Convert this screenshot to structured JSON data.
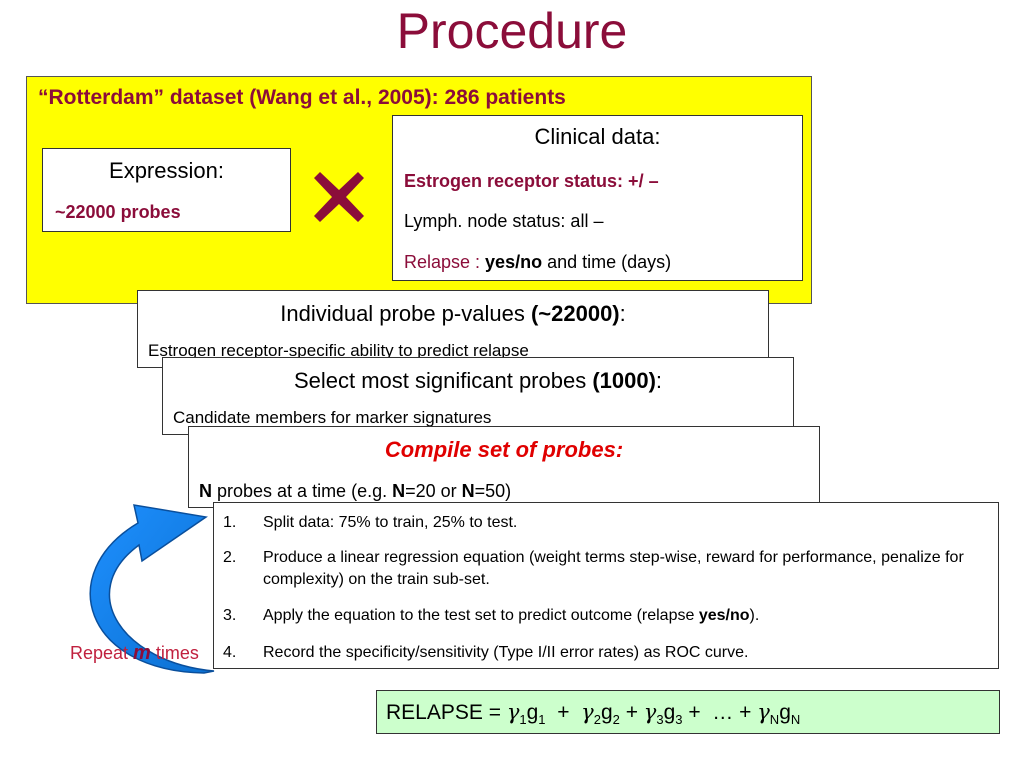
{
  "title": "Procedure",
  "dataset": {
    "title": "“Rotterdam” dataset (Wang et al., 2005): 286 patients",
    "expression": {
      "title": "Expression:",
      "probes": "~22000 probes"
    },
    "clinical": {
      "title": "Clinical data:",
      "er_status": "Estrogen receptor status: +/ –",
      "lymph_status": "Lymph. node status: all –",
      "relapse_label": "Relapse : ",
      "relapse_yes_no": "yes/no",
      "relapse_rest": " and time (days)"
    }
  },
  "stages": [
    {
      "heading_pre": "Individual probe p-values ",
      "heading_bold": "(~22000)",
      "heading_post": ":",
      "sub": "Estrogen receptor-specific ability to predict relapse"
    },
    {
      "heading_pre": "Select most significant probes ",
      "heading_bold": "(1000)",
      "heading_post": ":",
      "sub": "Candidate members for marker signatures"
    },
    {
      "heading": "Compile set of probes:",
      "sub_n1": "N",
      "sub_a": " probes at a time (e.g. ",
      "sub_n2": "N",
      "sub_b": "=20 or ",
      "sub_n3": "N",
      "sub_c": "=50)"
    }
  ],
  "steps": [
    {
      "num": "1.",
      "text": "Split data: 75% to train, 25% to test."
    },
    {
      "num": "2.",
      "text": "Produce a linear regression equation (weight terms step-wise, reward for performance, penalize for complexity) on the train sub-set."
    },
    {
      "num": "3.",
      "text_pre": "Apply the equation to the test set to predict outcome (relapse ",
      "text_bold": "yes/no",
      "text_post": ")."
    },
    {
      "num": "4.",
      "text": "Record the specificity/sensitivity (Type I/II error rates) as ROC curve."
    }
  ],
  "repeat": {
    "pre": "Repeat ",
    "m": "m",
    "post": " times"
  },
  "formula": {
    "lhs": "RELAPSE = ",
    "gamma": "γ",
    "g": "g",
    "s1": "1",
    "s2": "2",
    "s3": "3",
    "sN": "N",
    "plus1": "  +  ",
    "plus": " + ",
    "ellipsis": " … + "
  },
  "colors": {
    "title": "#8b0d3a",
    "dataset_bg": "#ffff00",
    "formula_bg": "#ccffcc",
    "compile_heading": "#e00000",
    "cross": "#8b0d3a",
    "arrow": "#1e90ff"
  },
  "icons": {
    "multiply": "cross-icon",
    "repeat": "curved-arrow-icon"
  }
}
